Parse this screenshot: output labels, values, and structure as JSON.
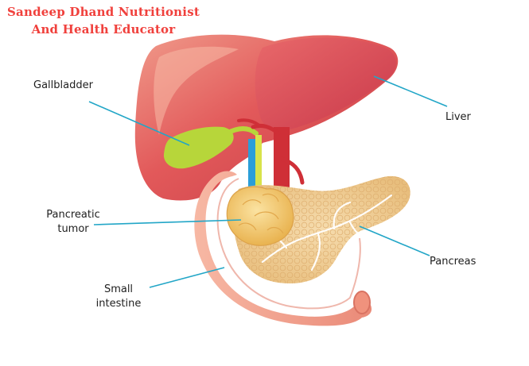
{
  "header": {
    "line1": "Sandeep Dhand Nutritionist",
    "line2": "And Health Educator",
    "color": "#f0403c"
  },
  "labels": {
    "gallbladder": "Gallbladder",
    "liver": "Liver",
    "pancreatic_tumor_line1": "Pancreatic",
    "pancreatic_tumor_line2": "tumor",
    "pancreas": "Pancreas",
    "small_intestine_line1": "Small",
    "small_intestine_line2": "intestine"
  },
  "colors": {
    "leader_line": "#22a6c7",
    "liver": "#e2595a",
    "gallbladder": "#b7d63a",
    "pancreas": "#f1cf93",
    "tumor": "#f4c85c",
    "intestine": "#f2a08b",
    "artery": "#cf2f37",
    "bile_duct": "#2a9ed8"
  }
}
